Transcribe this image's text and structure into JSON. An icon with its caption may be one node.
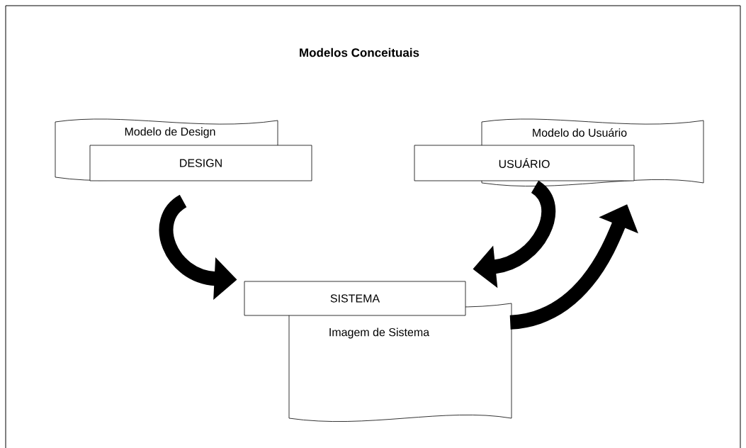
{
  "diagram": {
    "title": "Modelos Conceituais",
    "nodes": [
      {
        "text": [
          "Modelo de Design"
        ]
      },
      {
        "text": [
          "DESIGN"
        ]
      },
      {
        "text": [
          "Modelo do Usuário"
        ]
      },
      {
        "text": [
          "USUÁRIO"
        ]
      },
      {
        "text": [
          "SISTEMA"
        ]
      },
      {
        "text": [
          "Imagem de Sistema"
        ]
      }
    ],
    "edges": [
      {
        "from": 1,
        "to": 4,
        "arrow": "to"
      },
      {
        "from": 3,
        "to": 4,
        "arrow": "to"
      },
      {
        "from": 5,
        "to": 2,
        "arrow": "to"
      }
    ]
  }
}
